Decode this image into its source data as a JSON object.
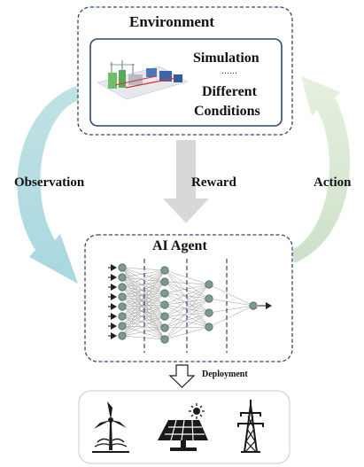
{
  "environment": {
    "title": "Environment",
    "simulation": "Simulation",
    "ellipsis": "……",
    "different": "Different",
    "conditions": "Conditions"
  },
  "loop": {
    "observation": "Observation",
    "reward": "Reward",
    "action": "Action"
  },
  "agent": {
    "title": "AI Agent"
  },
  "deployment": {
    "label": "Deployment"
  },
  "icons": [
    "wind-turbine-icon",
    "solar-panel-icon",
    "transmission-tower-icon"
  ],
  "colors": {
    "box_border": "#2d4a6e",
    "observation_arrow": "#a9d7dc",
    "action_arrow": "#cfe3c6",
    "reward_arrow": "#d6d6d6",
    "node_fill": "#7f9a8c"
  }
}
